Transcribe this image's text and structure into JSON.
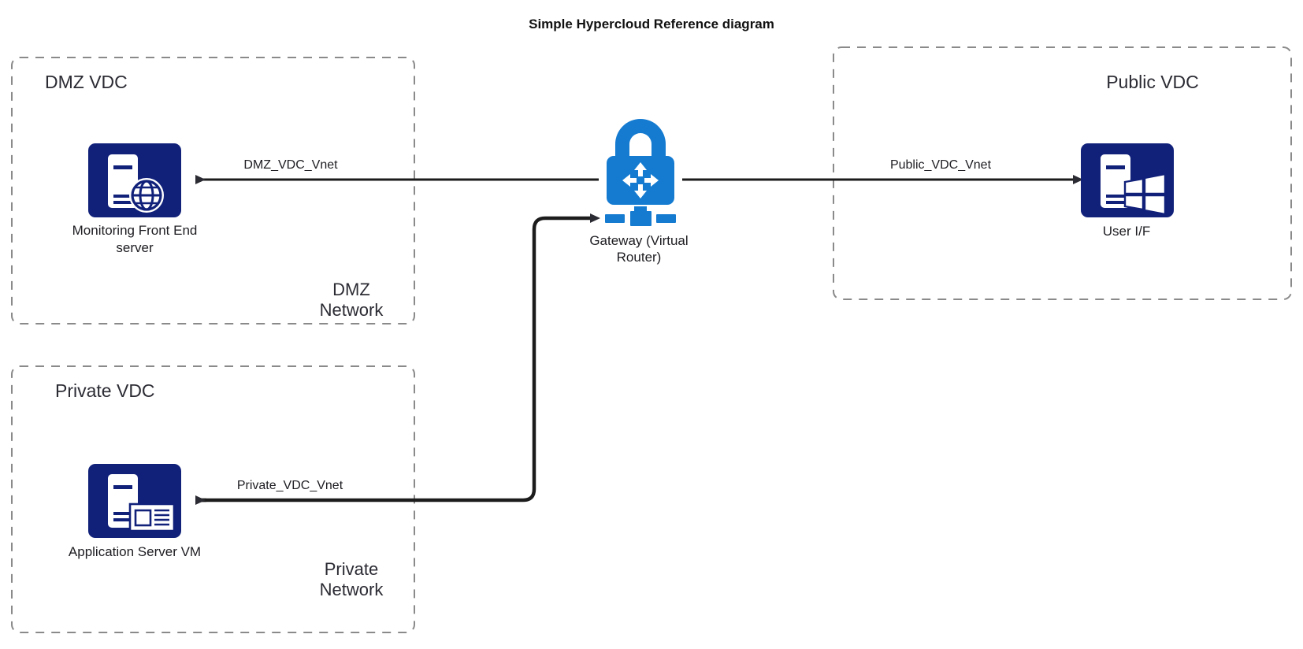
{
  "diagram": {
    "title": "Simple Hypercloud Reference diagram",
    "zones": [
      {
        "id": "dmz",
        "label": "DMZ VDC",
        "network_label_line1": "DMZ",
        "network_label_line2": "Network"
      },
      {
        "id": "private",
        "label": "Private VDC",
        "network_label_line1": "Private",
        "network_label_line2": "Network"
      },
      {
        "id": "public",
        "label": "Public VDC",
        "network_label_line1": "",
        "network_label_line2": ""
      }
    ],
    "nodes": [
      {
        "id": "monitoring",
        "label_line1": "Monitoring Front End",
        "label_line2": "server",
        "icon": "server-globe-icon",
        "color": "#11217a"
      },
      {
        "id": "gateway",
        "label_line1": "Gateway (Virtual",
        "label_line2": "Router)",
        "icon": "lock-router-icon",
        "color": "#147bd1"
      },
      {
        "id": "userif",
        "label_line1": "User I/F",
        "label_line2": "",
        "icon": "server-windows-icon",
        "color": "#11217a"
      },
      {
        "id": "appserver",
        "label_line1": "Application Server VM",
        "label_line2": "",
        "icon": "server-monitor-icon",
        "color": "#11217a"
      }
    ],
    "connections": [
      {
        "id": "dmz-link",
        "label": "DMZ_VDC_Vnet",
        "from": "gateway",
        "to": "monitoring"
      },
      {
        "id": "public-link",
        "label": "Public_VDC_Vnet",
        "from": "gateway",
        "to": "userif"
      },
      {
        "id": "private-link",
        "label": "Private_VDC_Vnet",
        "from": "gateway",
        "to": "appserver"
      }
    ],
    "colors": {
      "zone_border": "#8a8a8a",
      "line": "#1c1c1c",
      "navy": "#11217a",
      "blue": "#147bd1",
      "background": "#ffffff"
    }
  }
}
